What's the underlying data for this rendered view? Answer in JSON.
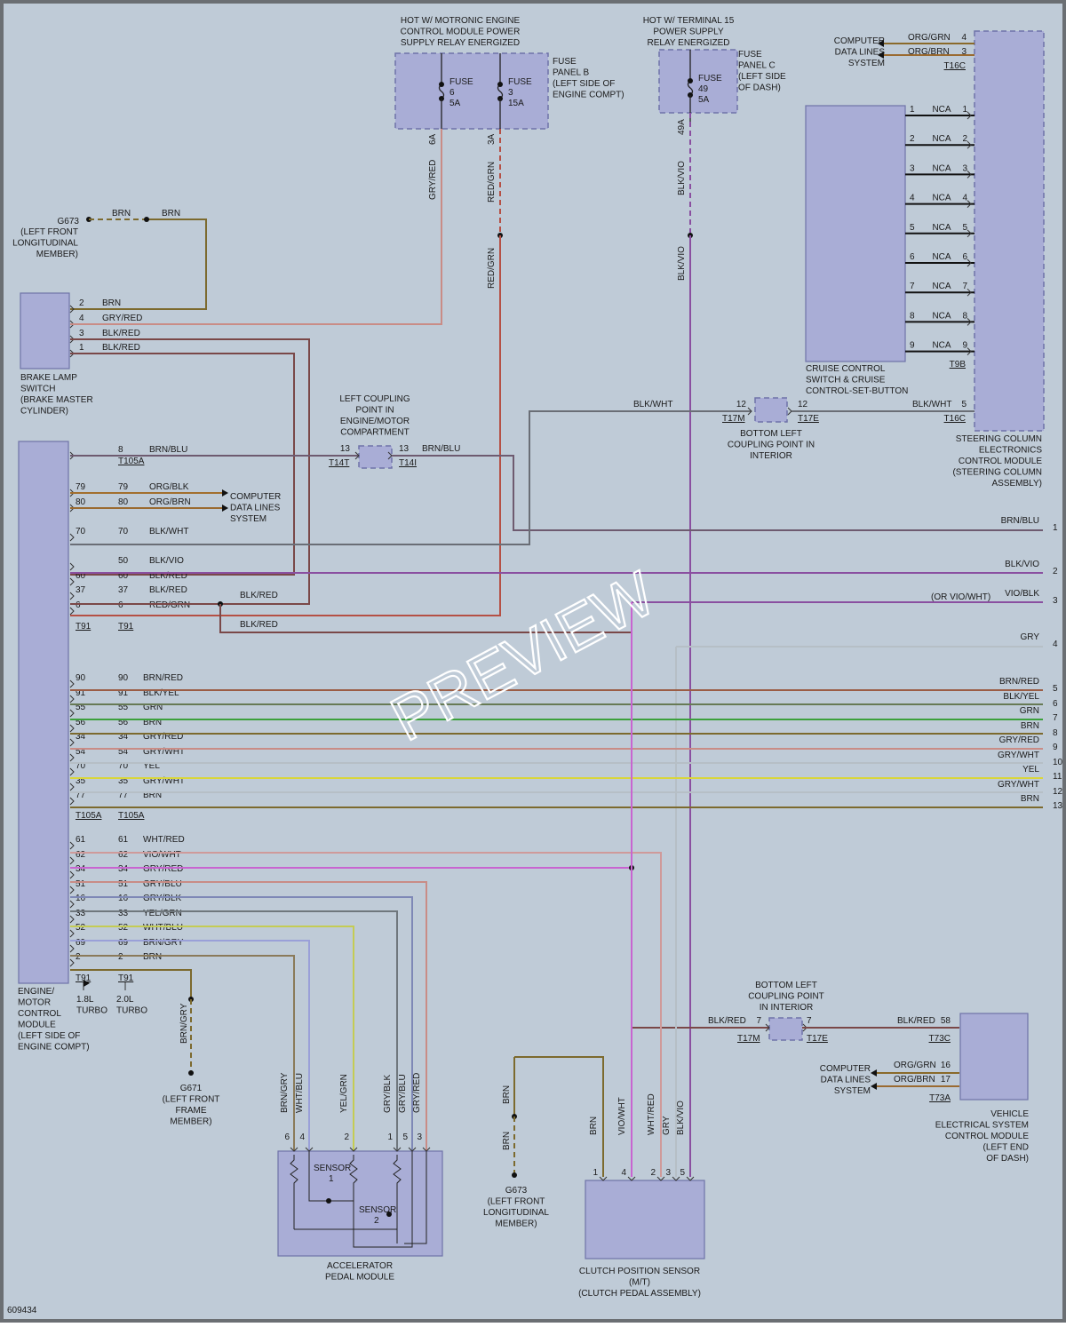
{
  "figure_id": "609434",
  "watermark": "PREVIEW",
  "colors": {
    "background": "#bfcbd7",
    "border": "#6b6f73",
    "component": "#a9add6"
  },
  "supplies": [
    {
      "key": "motronic",
      "lines": [
        "HOT W/ MOTRONIC ENGINE",
        "CONTROL MODULE POWER",
        "SUPPLY RELAY ENERGIZED"
      ]
    },
    {
      "key": "terminal15",
      "lines": [
        "HOT W/ TERMINAL 15",
        "POWER SUPPLY",
        "RELAY ENERGIZED"
      ]
    }
  ],
  "fuses": [
    {
      "key": "fuse6",
      "label": "FUSE",
      "number": "6",
      "rating": "5A",
      "output": "6A"
    },
    {
      "key": "fuse3",
      "label": "FUSE",
      "number": "3",
      "rating": "15A",
      "output": "3A"
    },
    {
      "key": "fuse49",
      "label": "FUSE",
      "number": "49",
      "rating": "5A",
      "output": "49A"
    }
  ],
  "fuse_panels": [
    {
      "key": "panel_b",
      "lines": [
        "FUSE",
        "PANEL B",
        "(LEFT SIDE OF",
        "ENGINE COMPT)"
      ]
    },
    {
      "key": "panel_c",
      "lines": [
        "FUSE",
        "PANEL C",
        "(LEFT SIDE",
        "OF DASH)"
      ]
    }
  ],
  "components": [
    {
      "key": "brake_lamp_switch",
      "lines": [
        "BRAKE LAMP",
        "SWITCH",
        "(BRAKE MASTER",
        "CYLINDER)"
      ]
    },
    {
      "key": "ecm",
      "lines": [
        "ENGINE/",
        "MOTOR",
        "CONTROL",
        "MODULE",
        "(LEFT SIDE OF",
        "ENGINE COMPT)"
      ]
    },
    {
      "key": "cruise_switch",
      "lines": [
        "CRUISE CONTROL",
        "SWITCH & CRUISE",
        "CONTROL-SET-BUTTON"
      ]
    },
    {
      "key": "steering_module",
      "lines": [
        "STEERING COLUMN",
        "ELECTRONICS",
        "CONTROL MODULE",
        "(STEERING COLUMN",
        "ASSEMBLY)"
      ]
    },
    {
      "key": "accel_pedal",
      "lines": [
        "ACCELERATOR",
        "PEDAL MODULE"
      ]
    },
    {
      "key": "clutch_sensor",
      "lines": [
        "CLUTCH POSITION SENSOR",
        "(M/T)",
        "(CLUTCH PEDAL ASSEMBLY)"
      ]
    },
    {
      "key": "vehicle_module",
      "lines": [
        "VEHICLE",
        "ELECTRICAL SYSTEM",
        "CONTROL MODULE",
        "(LEFT END",
        "OF DASH)"
      ]
    }
  ],
  "grounds": [
    {
      "key": "g673_top",
      "lines": [
        "G673",
        "(LEFT FRONT",
        "LONGITUDINAL",
        "MEMBER)"
      ]
    },
    {
      "key": "g671",
      "lines": [
        "G671",
        "(LEFT FRONT",
        "FRAME",
        "MEMBER)"
      ]
    },
    {
      "key": "g673_bottom",
      "lines": [
        "G673",
        "(LEFT FRONT",
        "LONGITUDINAL",
        "MEMBER)"
      ]
    }
  ],
  "couplings": [
    {
      "key": "engine_coupling",
      "lines": [
        "LEFT COUPLING",
        "POINT IN",
        "ENGINE/MOTOR",
        "COMPARTMENT"
      ]
    },
    {
      "key": "bottom_left_top",
      "lines": [
        "BOTTOM LEFT",
        "COUPLING POINT IN",
        "INTERIOR"
      ]
    },
    {
      "key": "bottom_left_bottom",
      "lines": [
        "BOTTOM LEFT",
        "COUPLING POINT",
        "IN INTERIOR"
      ]
    }
  ],
  "data_lines_label": [
    "COMPUTER",
    "DATA LINES",
    "SYSTEM"
  ],
  "sensor_labels": [
    "SENSOR",
    "1",
    "SENSOR",
    "2"
  ],
  "engine_notes": [
    {
      "conn": "T91",
      "text": [
        "1.8L",
        "TURBO"
      ]
    },
    {
      "conn": "T91",
      "text": [
        "2.0L",
        "TURBO"
      ]
    }
  ],
  "connectors": [
    "T105A",
    "T91",
    "T14T",
    "T14I",
    "T17M",
    "T17E",
    "T16C",
    "T9B",
    "T73C",
    "T73A"
  ],
  "nca_pins": [
    {
      "pin": "1",
      "label": "NCA"
    },
    {
      "pin": "2",
      "label": "NCA"
    },
    {
      "pin": "3",
      "label": "NCA"
    },
    {
      "pin": "4",
      "label": "NCA"
    },
    {
      "pin": "5",
      "label": "NCA"
    },
    {
      "pin": "6",
      "label": "NCA"
    },
    {
      "pin": "7",
      "label": "NCA"
    },
    {
      "pin": "8",
      "label": "NCA"
    },
    {
      "pin": "9",
      "label": "NCA"
    }
  ],
  "wire_colors": {
    "GRY/RED": "#c98c86",
    "RED/GRN": "#b55045",
    "BLK/VIO": "#8a4fa0",
    "BRN": "#7c6a2e",
    "BLK/RED": "#7a4848",
    "BRN/BLU": "#6e5b70",
    "ORG/BLK": "#a26f2e",
    "ORG/BRN": "#9a6a30",
    "BLK/WHT": "#6a6e76",
    "BRN/RED": "#9b5d45",
    "BLK/YEL": "#677a55",
    "GRN": "#3ca03c",
    "GRY/WHT": "#b6bfc6",
    "YEL": "#d9d63a",
    "WHT/RED": "#cf9a9a",
    "VIO/WHT": "#c864d0",
    "GRY/BLU": "#7e88b6",
    "GRY/BLK": "#6f777d",
    "YEL/GRN": "#c4cc54",
    "WHT/BLU": "#9aa0d8",
    "BRN/GRY": "#8a7a5a",
    "VIO/BLK": "#8a4fa0",
    "GRY": "#b6bfc6",
    "ORG/GRN": "#8a6a2a"
  },
  "ecm_pins": [
    {
      "pin": "8",
      "wire": "BRN/BLU"
    },
    {
      "pin": "79",
      "wire": "ORG/BLK"
    },
    {
      "pin": "80",
      "wire": "ORG/BRN"
    },
    {
      "pin": "70",
      "wire": "BLK/WHT"
    },
    {
      "pin": "50",
      "wire": "BLK/VIO"
    },
    {
      "pin": "60",
      "wire": "BLK/RED"
    },
    {
      "pin": "37",
      "wire": "BLK/RED"
    },
    {
      "pin": "6",
      "wire": "RED/GRN"
    },
    {
      "pin": "90",
      "wire": "BRN/RED"
    },
    {
      "pin": "91",
      "wire": "BLK/YEL"
    },
    {
      "pin": "55",
      "wire": "GRN"
    },
    {
      "pin": "56",
      "wire": "BRN"
    },
    {
      "pin": "34",
      "wire": "GRY/RED"
    },
    {
      "pin": "54",
      "wire": "GRY/WHT"
    },
    {
      "pin": "70",
      "wire": "YEL"
    },
    {
      "pin": "35",
      "wire": "GRY/WHT"
    },
    {
      "pin": "77",
      "wire": "BRN"
    },
    {
      "pin": "61",
      "wire": "WHT/RED"
    },
    {
      "pin": "62",
      "wire": "VIO/WHT"
    },
    {
      "pin": "34",
      "wire": "GRY/RED"
    },
    {
      "pin": "51",
      "wire": "GRY/BLU"
    },
    {
      "pin": "16",
      "wire": "GRY/BLK"
    },
    {
      "pin": "33",
      "wire": "YEL/GRN"
    },
    {
      "pin": "52",
      "wire": "WHT/BLU"
    },
    {
      "pin": "69",
      "wire": "BRN/GRY"
    },
    {
      "pin": "2",
      "wire": "BRN"
    }
  ],
  "ecm_outer_pins": [
    "",
    "79",
    "80",
    "70",
    "",
    "60",
    "37",
    "6",
    "90",
    "91",
    "55",
    "56",
    "34",
    "54",
    "70",
    "35",
    "77",
    "61",
    "62",
    "34",
    "51",
    "16",
    "33",
    "52",
    "69",
    "2"
  ],
  "continuation": [
    {
      "num": "1",
      "wire": "BRN/BLU"
    },
    {
      "num": "2",
      "wire": "BLK/VIO"
    },
    {
      "num": "3",
      "wire": "VIO/BLK",
      "note": "(OR VIO/WHT)"
    },
    {
      "num": "4",
      "wire": "GRY"
    },
    {
      "num": "5",
      "wire": "BRN/RED"
    },
    {
      "num": "6",
      "wire": "BLK/YEL"
    },
    {
      "num": "7",
      "wire": "GRN"
    },
    {
      "num": "8",
      "wire": "BRN"
    },
    {
      "num": "9",
      "wire": "GRY/RED"
    },
    {
      "num": "10",
      "wire": "GRY/WHT"
    },
    {
      "num": "11",
      "wire": "YEL"
    },
    {
      "num": "12",
      "wire": "GRY/WHT"
    },
    {
      "num": "13",
      "wire": "BRN"
    }
  ],
  "brake_pins": [
    {
      "pin": "2",
      "wire": "BRN"
    },
    {
      "pin": "4",
      "wire": "GRY/RED"
    },
    {
      "pin": "3",
      "wire": "BLK/RED"
    },
    {
      "pin": "1",
      "wire": "BLK/RED"
    }
  ],
  "steering_data": [
    {
      "pin": "4",
      "wire": "ORG/GRN"
    },
    {
      "pin": "3",
      "wire": "ORG/BRN"
    }
  ],
  "vehicle_data": [
    {
      "pin": "58",
      "wire": "BLK/RED"
    },
    {
      "pin": "16",
      "wire": "ORG/GRN"
    },
    {
      "pin": "17",
      "wire": "ORG/BRN"
    }
  ],
  "accel_pins": [
    {
      "pin": "6",
      "wire": "BRN/GRY"
    },
    {
      "pin": "4",
      "wire": "WHT/BLU"
    },
    {
      "pin": "2",
      "wire": "YEL/GRN"
    },
    {
      "pin": "1",
      "wire": "GRY/BLK"
    },
    {
      "pin": "5",
      "wire": "GRY/BLU"
    },
    {
      "pin": "3",
      "wire": "GRY/RED"
    }
  ],
  "clutch_pins": [
    {
      "pin": "1",
      "wire": "BRN"
    },
    {
      "pin": "4",
      "wire": "VIO/WHT"
    },
    {
      "pin": "2",
      "wire": "WHT/RED"
    },
    {
      "pin": "3",
      "wire": "GRY"
    },
    {
      "pin": "5",
      "wire": "BLK/VIO"
    }
  ],
  "coupling_pins": {
    "engine": "13",
    "bottom_top": "12",
    "bottom_bottom": "7",
    "steering_5": "5"
  }
}
